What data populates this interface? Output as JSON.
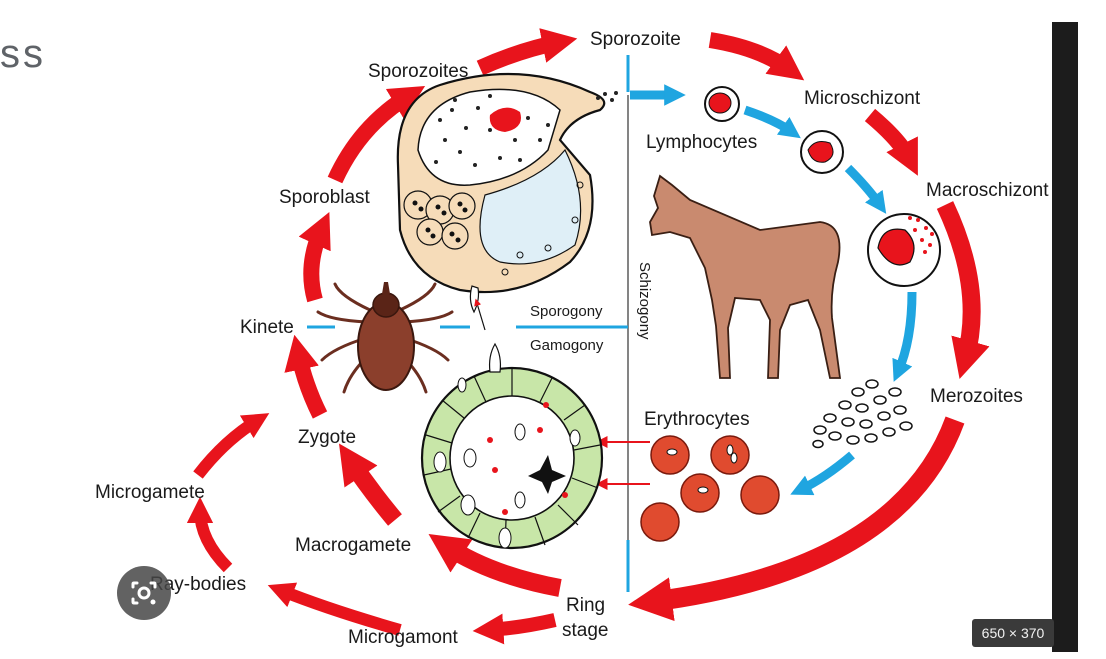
{
  "page": {
    "heading_fragment": "ss",
    "image_size_badge": "650 × 370"
  },
  "labels": {
    "sporozoite": "Sporozoite",
    "sporozoites": "Sporozoites",
    "microschizont": "Microschizont",
    "lymphocytes": "Lymphocytes",
    "macroschizont": "Macroschizont",
    "sporoblast": "Sporoblast",
    "kinete": "Kinete",
    "sporogony": "Sporogony",
    "gamogony": "Gamogony",
    "schizogony": "Schizogony",
    "merozoites": "Merozoites",
    "erythrocytes": "Erythrocytes",
    "zygote": "Zygote",
    "microgamete": "Microgamete",
    "macrogamete": "Macrogamete",
    "ray_bodies": "Ray-bodies",
    "ring": "Ring",
    "stage": "stage",
    "microgamont": "Microgamont"
  },
  "colors": {
    "cycle_arrow": "#e8141c",
    "host_arrow": "#1fa5e0",
    "divider": "#1fa5e0",
    "horse": "#c98a6f",
    "tick": "#8b3f2c",
    "gut_epithelium": "#c8e6a8",
    "salivary_cells": "#f6dcb9",
    "salivary_lumen": "#dfeff7",
    "erythrocyte": "#e04b2f"
  },
  "icons": {
    "lens": "google-lens-icon"
  }
}
